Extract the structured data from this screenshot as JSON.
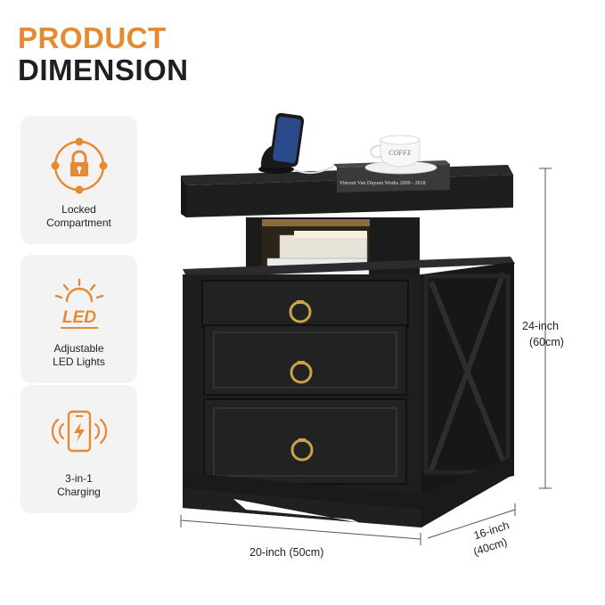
{
  "heading": {
    "line1": "PRODUCT",
    "line2": "DIMENSION"
  },
  "features": [
    {
      "icon": "lock-icon",
      "label_line1": "Locked",
      "label_line2": "Compartment"
    },
    {
      "icon": "led-icon",
      "led_text": "LED",
      "label_line1": "Adjustable",
      "label_line2": "LED Lights"
    },
    {
      "icon": "wireless-charging-icon",
      "label_line1": "3-in-1",
      "label_line2": "Charging"
    }
  ],
  "dimensions": {
    "height_line1": "24-inch",
    "height_line2": "(60cm)",
    "width": "20-inch (50cm)",
    "depth_line1": "16-inch",
    "depth_line2": "(40cm)"
  },
  "props": {
    "cup_text": "COFFE",
    "book_text": "Vincent Van Duysen  Works 2009 - 2018"
  },
  "colors": {
    "accent": "#e58a33",
    "cabinet": "#1c1c1c",
    "brass": "#c9a24a"
  }
}
